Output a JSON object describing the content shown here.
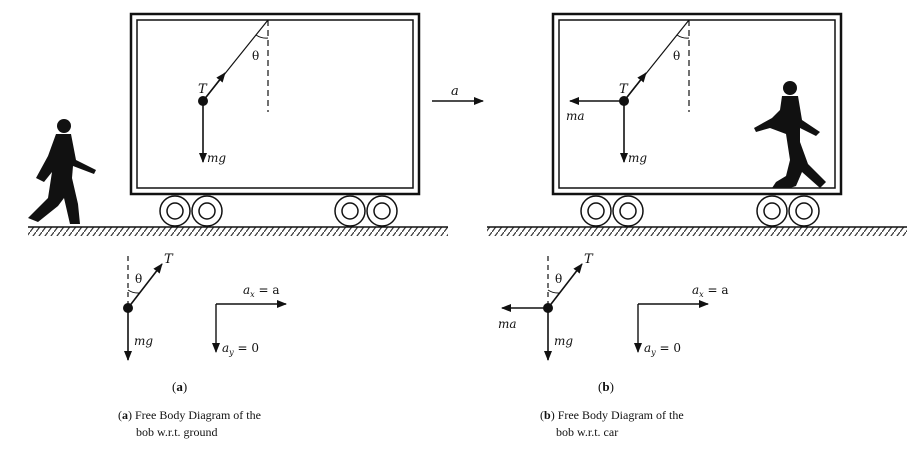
{
  "labels": {
    "theta": "θ",
    "tension": "T",
    "weight": "mg",
    "pseudo_force": "ma",
    "acceleration": "a",
    "ax_equals_a": "a",
    "ax_sub": "x",
    "ax_rhs": " = a",
    "ay_sub": "y",
    "ay_rhs": " = 0"
  },
  "captions": {
    "a_tag": "a",
    "a_title_line1": "Free Body Diagram of the",
    "a_title_line2": "bob w.r.t. ground",
    "b_tag": "b",
    "b_title_line1": "Free Body Diagram of the",
    "b_title_line2": "bob w.r.t. car"
  },
  "colors": {
    "ink": "#111111",
    "ground_hatch": "#333333"
  }
}
